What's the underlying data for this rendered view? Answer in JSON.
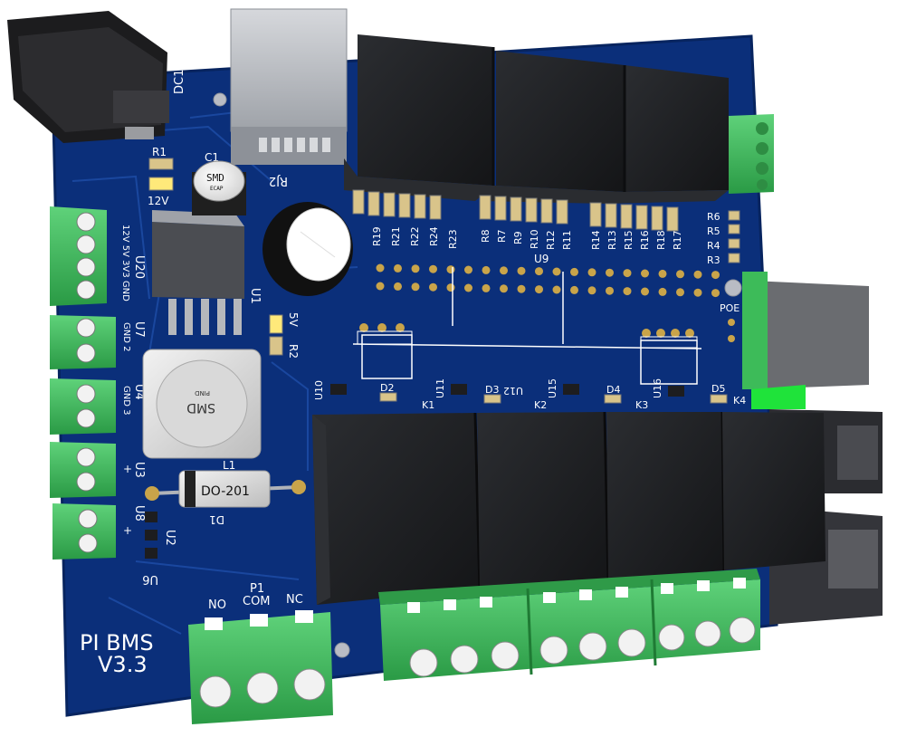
{
  "board": {
    "title_line1": "PI BMS",
    "title_line2": "V3.3",
    "colors": {
      "pcb": "#0b2f7a",
      "pcb_edge": "#07245f",
      "trace": "#1c4aa3",
      "silk": "#ffffff",
      "terminal": "#3dbb59",
      "relay": "#1f2124",
      "gold": "#c9a44a"
    }
  },
  "labels": {
    "dc1": "DC1",
    "rj2": "RJ2",
    "c1": "C1",
    "r1": "R1",
    "led_12v": "12V",
    "u20": "U20",
    "u20_pins": "12V 5V 3V3 GND",
    "u1": "U1",
    "u7": "U7",
    "u7_pins": "GND 2",
    "u4": "U4",
    "u4_pins": "GND 3",
    "u3": "U3",
    "u8": "U8",
    "u2": "U2",
    "u6": "U6",
    "plus": "+",
    "led_5v": "5V",
    "r2": "R2",
    "l1": "L1",
    "d1": "D1",
    "diode_text": "DO-201",
    "inductor_text": "SMD",
    "inductor_sub": "PIND",
    "cap_text": "SMD",
    "cap_sub": "ECAP",
    "r_group_a": [
      "R19",
      "R21",
      "R22",
      "R24",
      "R23"
    ],
    "r_group_b": [
      "R8",
      "R7",
      "R9",
      "R10",
      "R12",
      "R11"
    ],
    "r_group_c": [
      "R14",
      "R13",
      "R15",
      "R16",
      "R18",
      "R17"
    ],
    "r_right": [
      "R6",
      "R5",
      "R4",
      "R3"
    ],
    "u9": "U9",
    "poe": "POE",
    "u10": "U10",
    "u11": "U11",
    "u12": "U12",
    "u15": "U15",
    "u16": "U16",
    "d2": "D2",
    "d3": "D3",
    "d4": "D4",
    "d5": "D5",
    "k1": "K1",
    "k2": "K2",
    "k3": "K3",
    "k4": "K4",
    "p1": "P1",
    "no": "NO",
    "com": "COM",
    "nc": "NC"
  }
}
